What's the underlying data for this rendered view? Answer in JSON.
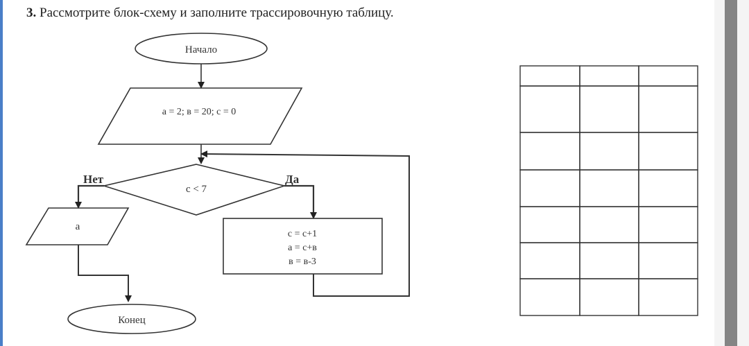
{
  "task": {
    "number": "3.",
    "text": "Рассмотрите блок-схему и заполните трассировочную таблицу."
  },
  "flowchart": {
    "start": "Начало",
    "input": "a = 2; в = 20; c = 0",
    "condition": "c < 7",
    "no_label": "Нет",
    "yes_label": "Да",
    "output": "a",
    "process": [
      "c = c+1",
      "a = c+в",
      "в = в-3"
    ],
    "end": "Конец"
  },
  "trace_table": {
    "columns": 3,
    "rows": 7
  }
}
